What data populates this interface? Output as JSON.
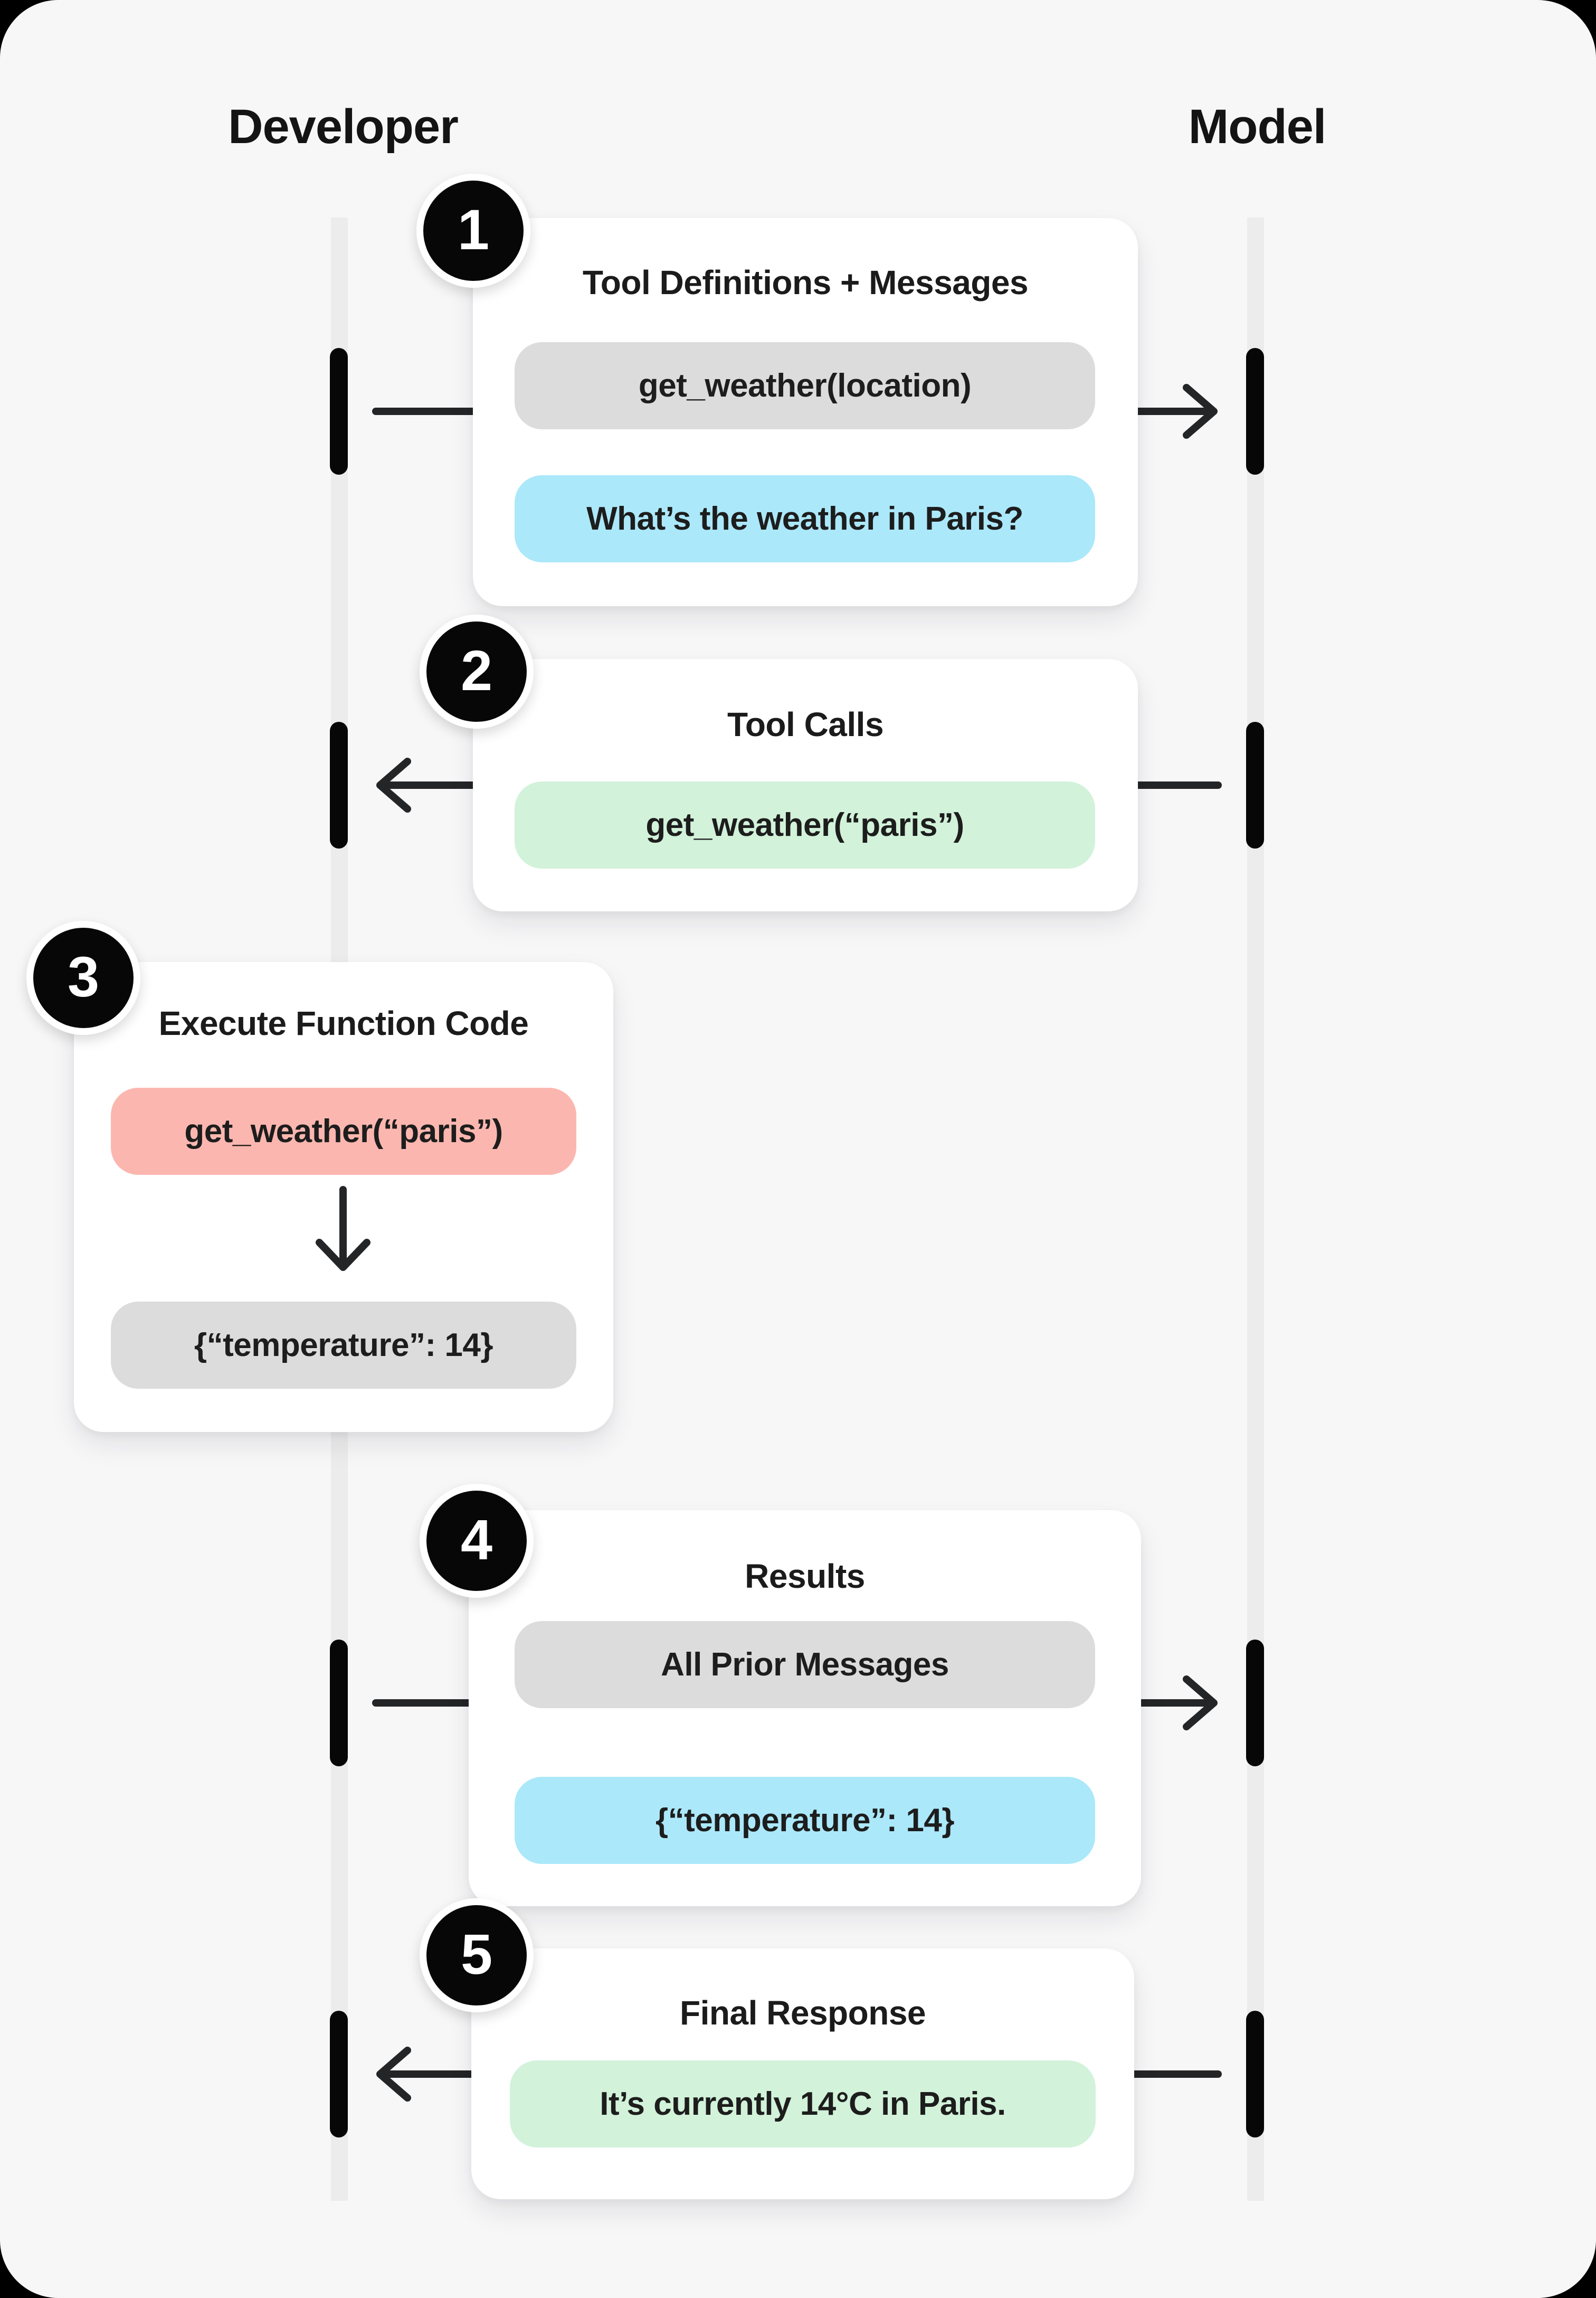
{
  "diagram": {
    "actors": [
      {
        "id": "developer",
        "label": "Developer"
      },
      {
        "id": "model",
        "label": "Model"
      }
    ],
    "steps": [
      {
        "num": "1",
        "title": "Tool Definitions + Messages",
        "direction": "developer-to-model",
        "pills": [
          {
            "text": "get_weather(location)",
            "color": "gray"
          },
          {
            "text": "What’s the weather in Paris?",
            "color": "blue"
          }
        ]
      },
      {
        "num": "2",
        "title": "Tool Calls",
        "direction": "model-to-developer",
        "pills": [
          {
            "text": "get_weather(“paris”)",
            "color": "green"
          }
        ]
      },
      {
        "num": "3",
        "title": "Execute Function Code",
        "direction": "down",
        "pills": [
          {
            "text": "get_weather(“paris”)",
            "color": "red"
          },
          {
            "text": "{“temperature”: 14}",
            "color": "gray"
          }
        ]
      },
      {
        "num": "4",
        "title": "Results",
        "direction": "developer-to-model",
        "pills": [
          {
            "text": "All Prior Messages",
            "color": "gray"
          },
          {
            "text": "{“temperature”: 14}",
            "color": "blue"
          }
        ]
      },
      {
        "num": "5",
        "title": "Final Response",
        "direction": "model-to-developer",
        "pills": [
          {
            "text": "It’s currently 14°C in Paris.",
            "color": "green"
          }
        ]
      }
    ],
    "colors": {
      "gray": "#dcdcdc",
      "blue": "#abe8fa",
      "green": "#d2f2da",
      "red": "#fbb7af",
      "badge": "#070707",
      "line": "#232527",
      "lifeline": "#ececec",
      "panel": "#f7f7f8",
      "card": "#ffffff",
      "text": "#1b1b1b",
      "outer_background": "#000000"
    }
  }
}
